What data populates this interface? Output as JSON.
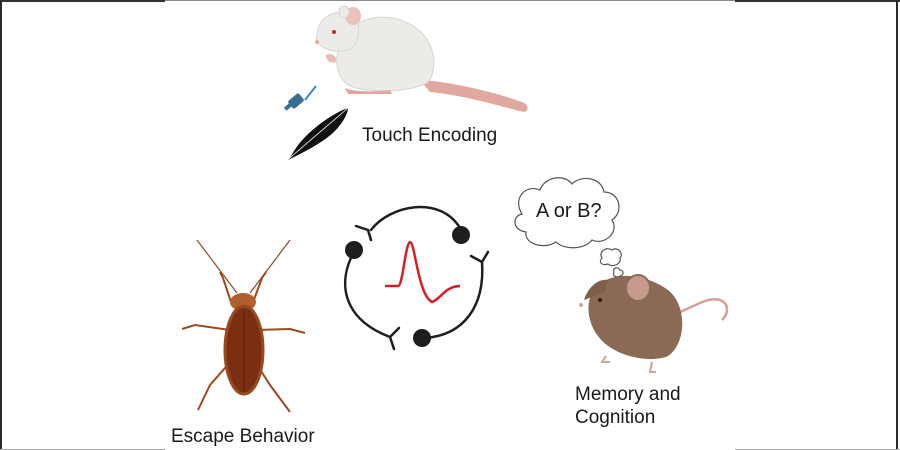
{
  "labels": {
    "touch": "Touch Encoding",
    "escape": "Escape Behavior",
    "memory_line1": "Memory and",
    "memory_line2": "Cognition"
  },
  "thought_bubble": "A or B?",
  "colors": {
    "spike": "#d42020",
    "network": "#1e1e1e",
    "rat_body": "#ecebe8",
    "mouse_body": "#8a6a55",
    "cockroach": "#9a4a22",
    "pin": "#3a6d92",
    "tail": "#e0a8a0"
  },
  "icons": [
    "white-rat-icon",
    "pushpin-icon",
    "feather-icon",
    "neural-circuit-icon",
    "action-potential-icon",
    "cockroach-icon",
    "brown-mouse-icon",
    "thought-bubble-icon"
  ]
}
